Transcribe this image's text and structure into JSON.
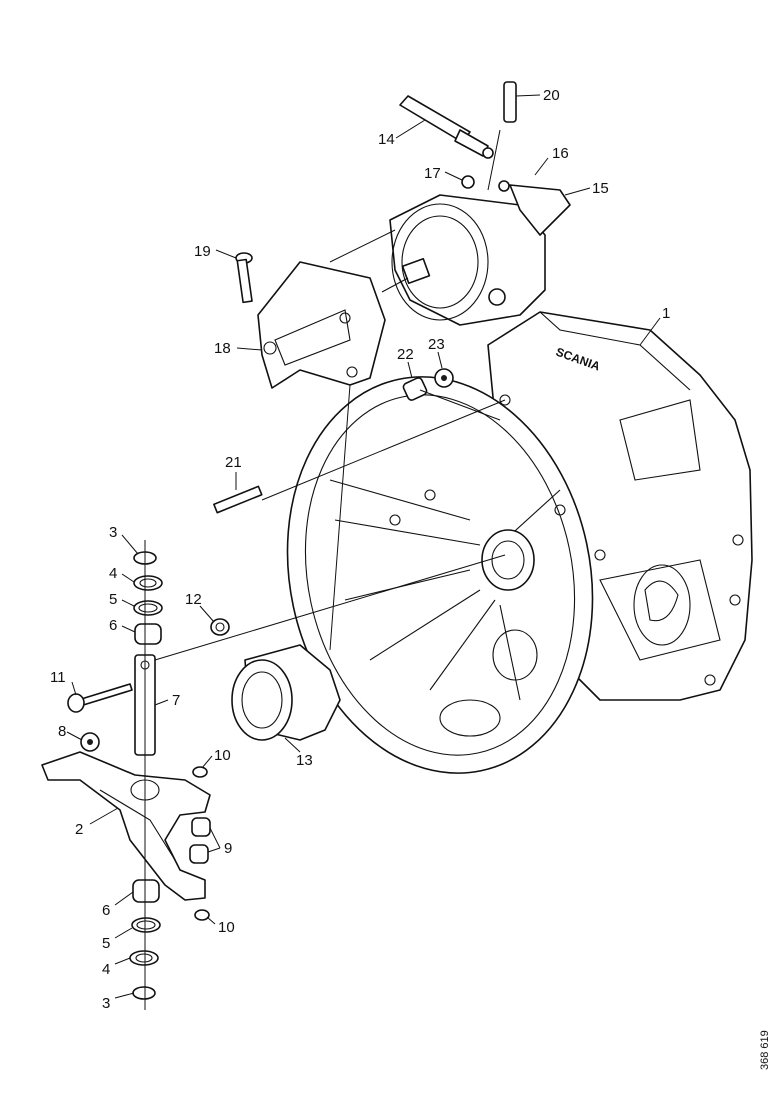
{
  "figure_number": "368 619",
  "callouts": [
    {
      "id": "c1",
      "text": "1"
    },
    {
      "id": "c2",
      "text": "2"
    },
    {
      "id": "c3a",
      "text": "3"
    },
    {
      "id": "c3b",
      "text": "3"
    },
    {
      "id": "c4a",
      "text": "4"
    },
    {
      "id": "c4b",
      "text": "4"
    },
    {
      "id": "c5a",
      "text": "5"
    },
    {
      "id": "c5b",
      "text": "5"
    },
    {
      "id": "c6a",
      "text": "6"
    },
    {
      "id": "c6b",
      "text": "6"
    },
    {
      "id": "c7",
      "text": "7"
    },
    {
      "id": "c8",
      "text": "8"
    },
    {
      "id": "c9",
      "text": "9"
    },
    {
      "id": "c10a",
      "text": "10"
    },
    {
      "id": "c10b",
      "text": "10"
    },
    {
      "id": "c11",
      "text": "11"
    },
    {
      "id": "c12",
      "text": "12"
    },
    {
      "id": "c13",
      "text": "13"
    },
    {
      "id": "c14",
      "text": "14"
    },
    {
      "id": "c15",
      "text": "15"
    },
    {
      "id": "c16",
      "text": "16"
    },
    {
      "id": "c17",
      "text": "17"
    },
    {
      "id": "c18",
      "text": "18"
    },
    {
      "id": "c19",
      "text": "19"
    },
    {
      "id": "c20",
      "text": "20"
    },
    {
      "id": "c21",
      "text": "21"
    },
    {
      "id": "c22",
      "text": "22"
    },
    {
      "id": "c23",
      "text": "23"
    }
  ],
  "housing_logo": "SCANIA"
}
